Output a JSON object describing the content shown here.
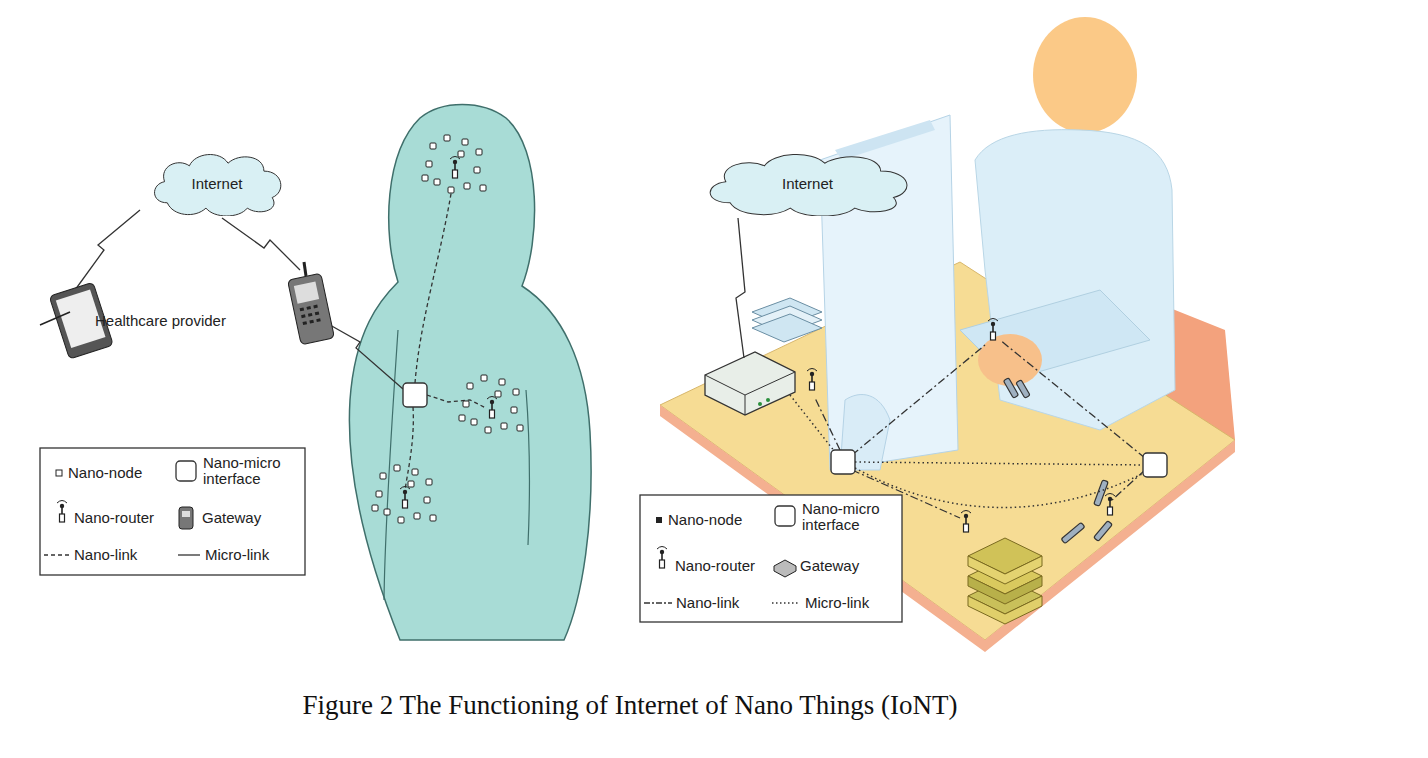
{
  "diagram": {
    "caption": "Figure 2 The Functioning of Internet of Nano Things (IoNT)",
    "nodes": [
      {
        "text": [
          "Internet"
        ]
      },
      {
        "text": [
          "Internet"
        ]
      }
    ],
    "labels": [
      "Healthcare provider"
    ],
    "legend": [
      {
        "text": "Nano-node"
      },
      {
        "text": "Nano-micro interface"
      },
      {
        "text": "Nano-router"
      },
      {
        "text": "Gateway"
      },
      {
        "text": "Nano-link"
      },
      {
        "text": "Micro-link"
      },
      {
        "text": "Nano-node"
      },
      {
        "text": "Nano-micro interface"
      },
      {
        "text": "Nano-router"
      },
      {
        "text": "Gateway"
      },
      {
        "text": "Nano-link"
      },
      {
        "text": "Micro-link"
      }
    ]
  }
}
